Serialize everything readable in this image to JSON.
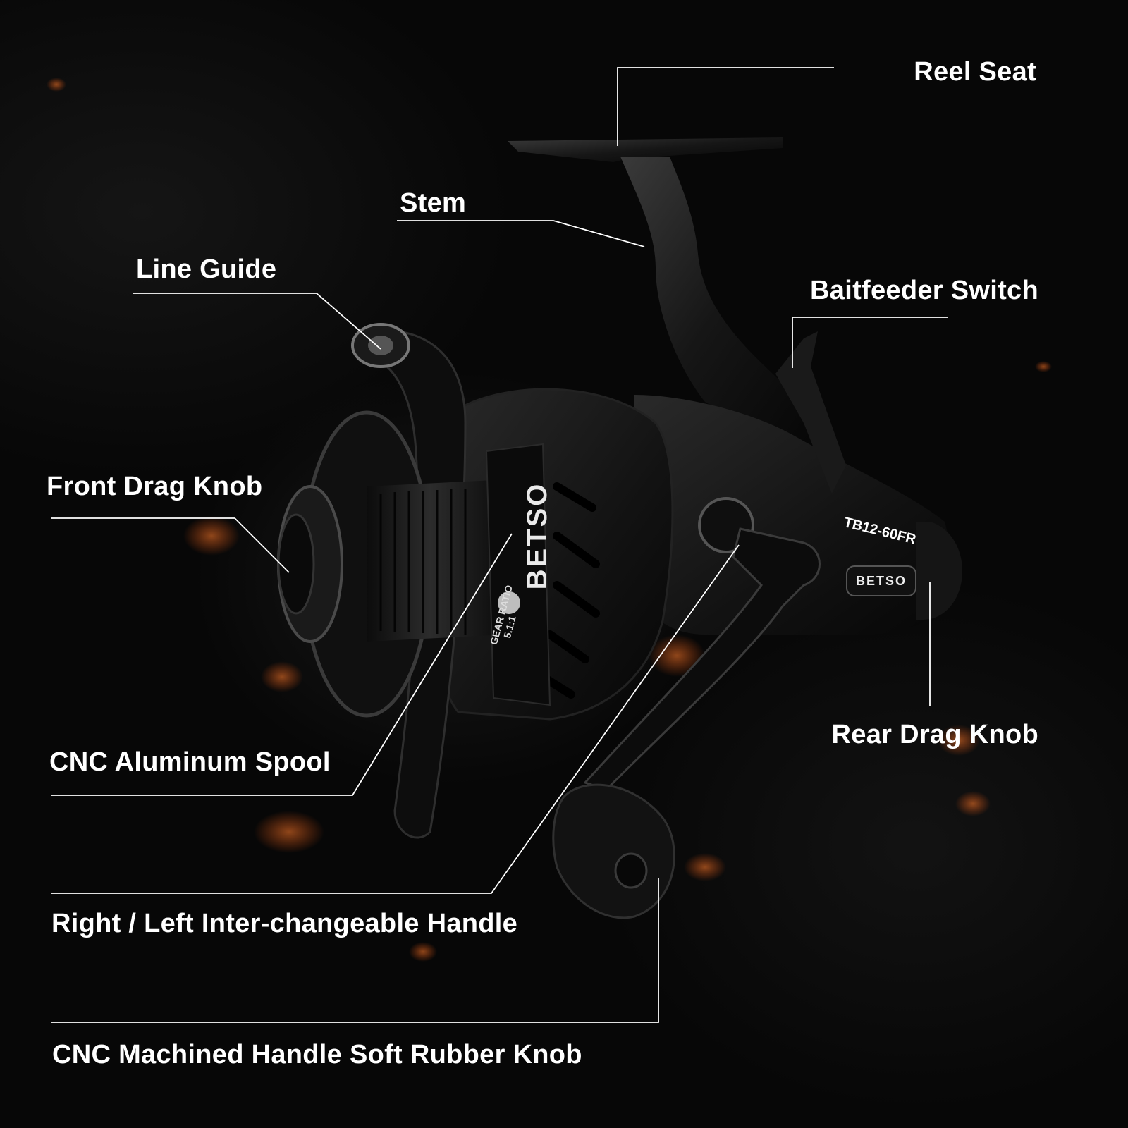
{
  "labels": {
    "reel_seat": "Reel Seat",
    "stem": "Stem",
    "line_guide": "Line Guide",
    "baitfeeder_switch": "Baitfeeder Switch",
    "front_drag_knob": "Front Drag Knob",
    "rear_drag_knob": "Rear Drag Knob",
    "cnc_aluminum_spool": "CNC Aluminum Spool",
    "handle": "Right / Left Inter-changeable Handle",
    "handle_knob": "CNC Machined Handle Soft Rubber Knob"
  },
  "reel_markings": {
    "brand_spool": "BETSO",
    "brand_body": "BETSO",
    "model": "TB12-60FR",
    "gear_ratio_label": "GEAR RATIO",
    "gear_ratio_value": "5.1:1"
  }
}
